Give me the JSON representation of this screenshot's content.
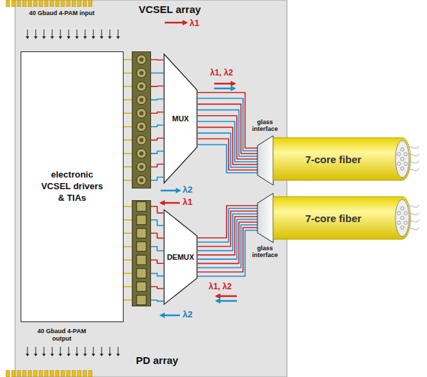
{
  "diagram": {
    "nodes": [
      {
        "text": [
          "electronic VCSEL drivers & TIAs"
        ]
      },
      {
        "text": [
          "VCSEL array"
        ]
      },
      {
        "text": [
          "MUX"
        ]
      },
      {
        "text": [
          "glass interface"
        ]
      },
      {
        "text": [
          "7-core fiber"
        ]
      },
      {
        "text": [
          "PD array"
        ]
      },
      {
        "text": [
          "DEMUX"
        ]
      },
      {
        "text": [
          "glass interface"
        ]
      },
      {
        "text": [
          "7-core fiber"
        ]
      }
    ],
    "edges": [
      {
        "from": 0,
        "to": 1,
        "arrow": "none"
      },
      {
        "from": 1,
        "to": 2,
        "arrow": "none"
      },
      {
        "from": 2,
        "to": 3,
        "arrow": "none"
      },
      {
        "from": 7,
        "to": 6,
        "arrow": "none"
      },
      {
        "from": 6,
        "to": 5,
        "arrow": "none"
      },
      {
        "from": 0,
        "to": 5,
        "arrow": "none"
      }
    ],
    "labels": [
      "40 Gbaud 4-PAM input",
      "λ1",
      "λ1, λ2",
      "λ2",
      "λ1",
      "λ1, λ2",
      "λ2",
      "40 Gbaud 4-PAM output"
    ]
  }
}
